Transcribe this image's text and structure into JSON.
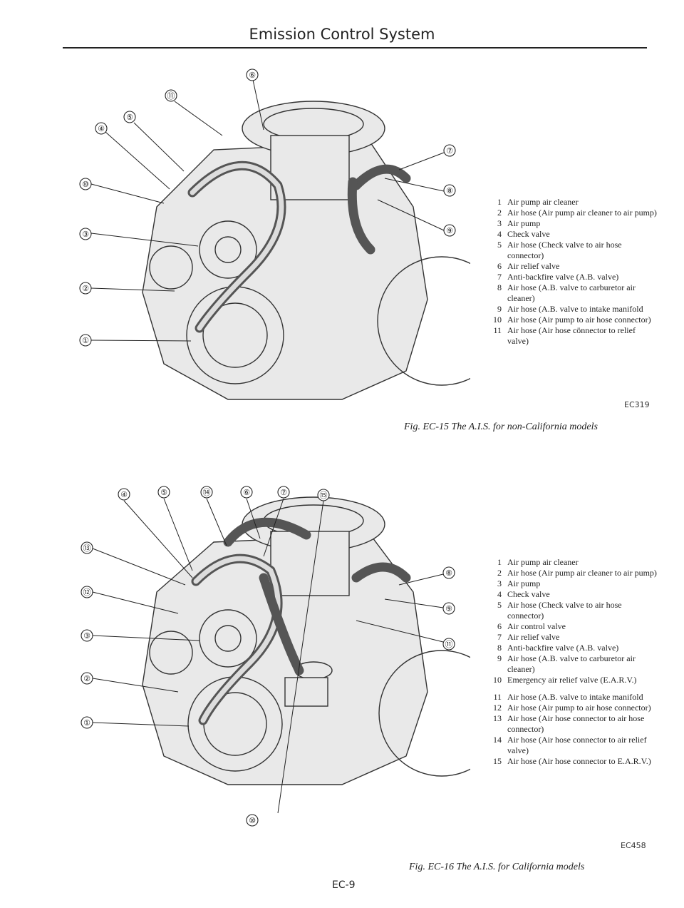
{
  "header": {
    "title": "Emission Control System"
  },
  "fig1": {
    "callouts": [
      "⑥",
      "⑪",
      "⑤",
      "④",
      "⑩",
      "③",
      "②",
      "①",
      "⑦",
      "⑧",
      "⑨"
    ],
    "legend": [
      {
        "num": "1",
        "text": "Air pump air cleaner"
      },
      {
        "num": "2",
        "text": "Air hose (Air pump air cleaner to air pump)"
      },
      {
        "num": "3",
        "text": "Air pump"
      },
      {
        "num": "4",
        "text": "Check valve"
      },
      {
        "num": "5",
        "text": "Air hose (Check valve to air hose connector)"
      },
      {
        "num": "6",
        "text": "Air relief valve"
      },
      {
        "num": "7",
        "text": "Anti-backfire valve (A.B. valve)"
      },
      {
        "num": "8",
        "text": "Air hose (A.B. valve to carburetor air cleaner)"
      },
      {
        "num": "9",
        "text": "Air hose (A.B. valve to intake manifold"
      },
      {
        "num": "10",
        "text": "Air hose (Air pump to air hose connector)"
      },
      {
        "num": "11",
        "text": "Air hose (Air hose cönnector to relief valve)"
      }
    ],
    "code": "EC319",
    "caption": "Fig. EC-15 The A.I.S. for non-California models"
  },
  "fig2": {
    "callouts": [
      "④",
      "⑤",
      "⑭",
      "⑥",
      "⑦",
      "⑮",
      "⑬",
      "⑫",
      "③",
      "②",
      "①",
      "⑧",
      "⑨",
      "⑪",
      "⑩"
    ],
    "legend": [
      {
        "num": "1",
        "text": "Air pump air cleaner"
      },
      {
        "num": "2",
        "text": "Air hose (Air pump air cleaner to air pump)"
      },
      {
        "num": "3",
        "text": "Air pump"
      },
      {
        "num": "4",
        "text": "Check valve"
      },
      {
        "num": "5",
        "text": "Air hose (Check valve to air hose connector)"
      },
      {
        "num": "6",
        "text": "Air control valve"
      },
      {
        "num": "7",
        "text": "Air relief valve"
      },
      {
        "num": "8",
        "text": "Anti-backfire valve (A.B. valve)"
      },
      {
        "num": "9",
        "text": "Air hose (A.B. valve to carburetor air cleaner)"
      },
      {
        "num": "10",
        "text": "Emergency air relief valve (E.A.R.V.)"
      },
      {
        "num": "11",
        "text": "Air hose (A.B. valve to intake manifold"
      },
      {
        "num": "12",
        "text": "Air hose (Air pump to air hose connector)"
      },
      {
        "num": "13",
        "text": "Air hose (Air hose connector to air hose connector)"
      },
      {
        "num": "14",
        "text": "Air hose (Air hose connector to air relief valve)"
      },
      {
        "num": "15",
        "text": "Air hose (Air hose connector to E.A.R.V.)"
      }
    ],
    "code": "EC458",
    "caption": "Fig. EC-16 The A.I.S. for California models"
  },
  "footer": {
    "page_number": "EC-9"
  }
}
